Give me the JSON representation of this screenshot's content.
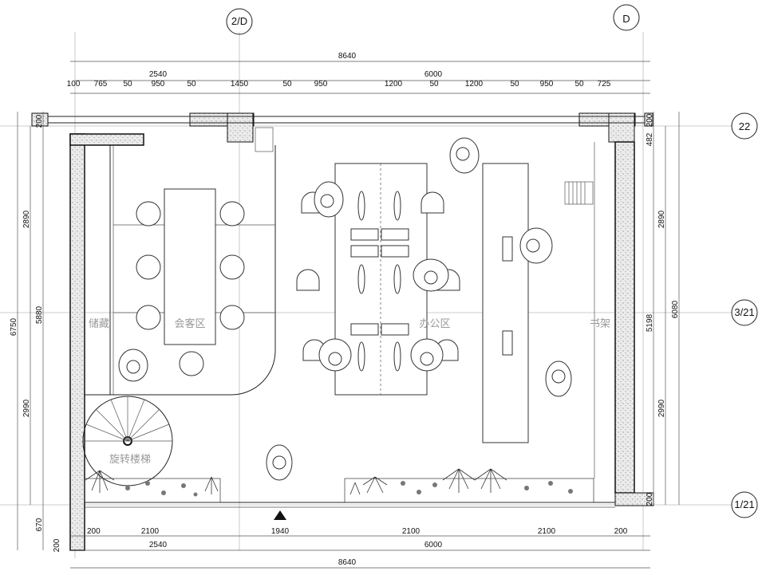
{
  "axes": {
    "top": [
      "2/D",
      "D"
    ],
    "right": [
      "22",
      "3/21",
      "1/21"
    ]
  },
  "rooms": {
    "storage": "储藏",
    "reception": "会客区",
    "office": "办公区",
    "bookshelf": "书架",
    "spiral_stair": "旋转楼梯"
  },
  "dims_top": {
    "total": "8640",
    "segments": [
      "2540",
      "6000"
    ],
    "details": [
      "100",
      "765",
      "50",
      "950",
      "50",
      "1450",
      "50",
      "950",
      "1200",
      "50",
      "1200",
      "50",
      "950",
      "50",
      "725"
    ]
  },
  "dims_bottom": {
    "details": [
      "200",
      "2100",
      "1940",
      "2100",
      "2100",
      "200"
    ],
    "segments": [
      "2540",
      "6000"
    ],
    "total": "8640"
  },
  "dims_left": {
    "wall_top": "200",
    "upper": "2890",
    "lower": "2990",
    "mid_total": "5880",
    "total": "6750",
    "bottom": "670",
    "wall_bottom": "200"
  },
  "dims_right": {
    "wall_top": "200",
    "top_gap": "482",
    "upper": "2890",
    "lower": "2990",
    "inner_total": "5198",
    "total": "6080",
    "wall_bottom": "200"
  }
}
